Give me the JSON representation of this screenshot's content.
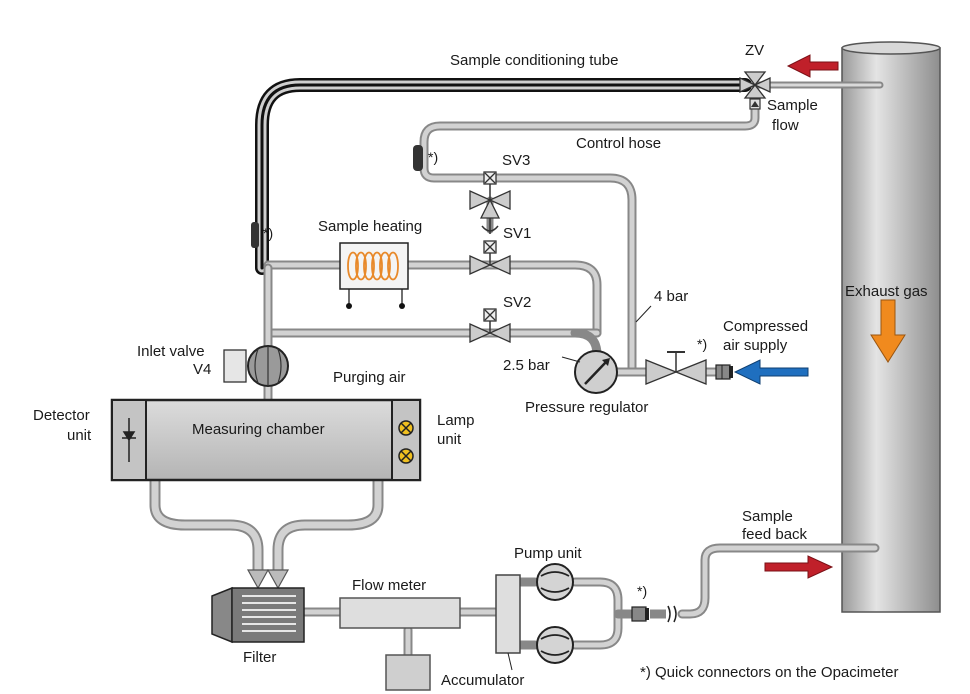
{
  "labels": {
    "sample_conditioning_tube": "Sample conditioning tube",
    "zv": "ZV",
    "sample_flow_1": "Sample",
    "sample_flow_2": "flow",
    "control_hose": "Control hose",
    "quick_mark_1": "*)",
    "quick_mark_2": "*)",
    "quick_mark_3": "*)",
    "quick_mark_4": "*)",
    "sv3": "SV3",
    "sv1": "SV1",
    "sv2": "SV2",
    "sample_heating": "Sample heating",
    "four_bar": "4 bar",
    "exhaust_gas": "Exhaust gas",
    "compressed_air_1": "Compressed",
    "compressed_air_2": "air supply",
    "inlet_valve_1": "Inlet valve",
    "inlet_valve_2": "V4",
    "two_five_bar": "2.5 bar",
    "purging_air": "Purging air",
    "pressure_regulator": "Pressure regulator",
    "detector_unit_1": "Detector",
    "detector_unit_2": "unit",
    "measuring_chamber": "Measuring chamber",
    "lamp_unit_1": "Lamp",
    "lamp_unit_2": "unit",
    "sample_feed_back_1": "Sample",
    "sample_feed_back_2": "feed back",
    "pump_unit": "Pump unit",
    "flow_meter": "Flow meter",
    "filter": "Filter",
    "accumulator": "Accumulator",
    "footnote": "*) Quick connectors on the Opacimeter"
  },
  "colors": {
    "pipe": "#a0a0a0",
    "tube_dark": "#1a1a1a",
    "exhaust_stack": "#c8c8c8",
    "sample_arrow": "#c0202a",
    "air_arrow": "#1f6fbf",
    "exhaust_arrow": "#f08a1e",
    "heating_coil": "#e8892a"
  }
}
